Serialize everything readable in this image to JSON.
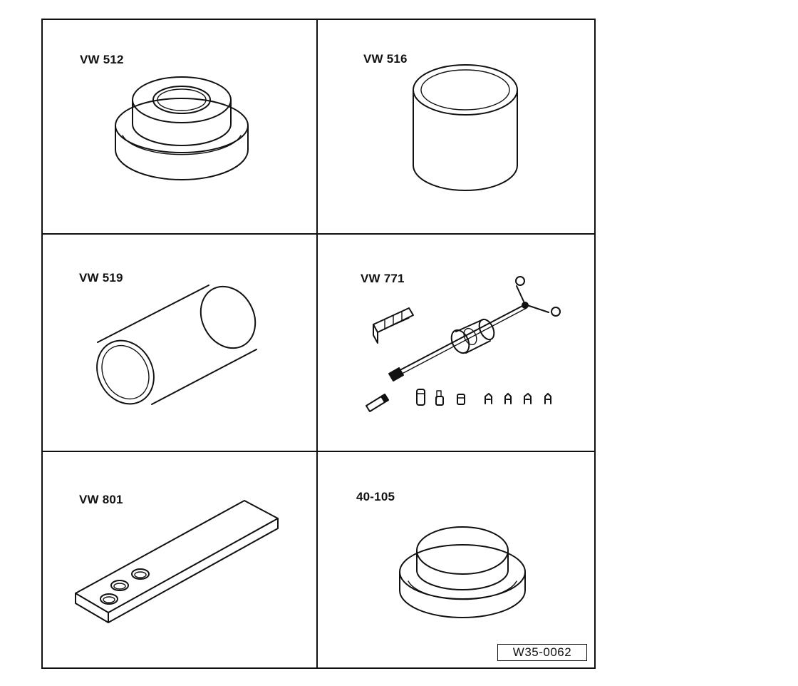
{
  "figure": {
    "panels": [
      {
        "label": "VW 512",
        "icon": "stepped-ring-tool-icon"
      },
      {
        "label": "VW 516",
        "icon": "cylinder-sleeve-tool-icon"
      },
      {
        "label": "VW 519",
        "icon": "tube-drift-tool-icon"
      },
      {
        "label": "VW 771",
        "icon": "slide-hammer-puller-set-icon"
      },
      {
        "label": "VW 801",
        "icon": "flat-plate-with-holes-icon"
      },
      {
        "label": "40-105",
        "icon": "stepped-disc-tool-icon"
      }
    ],
    "reference": "W35-0062"
  }
}
